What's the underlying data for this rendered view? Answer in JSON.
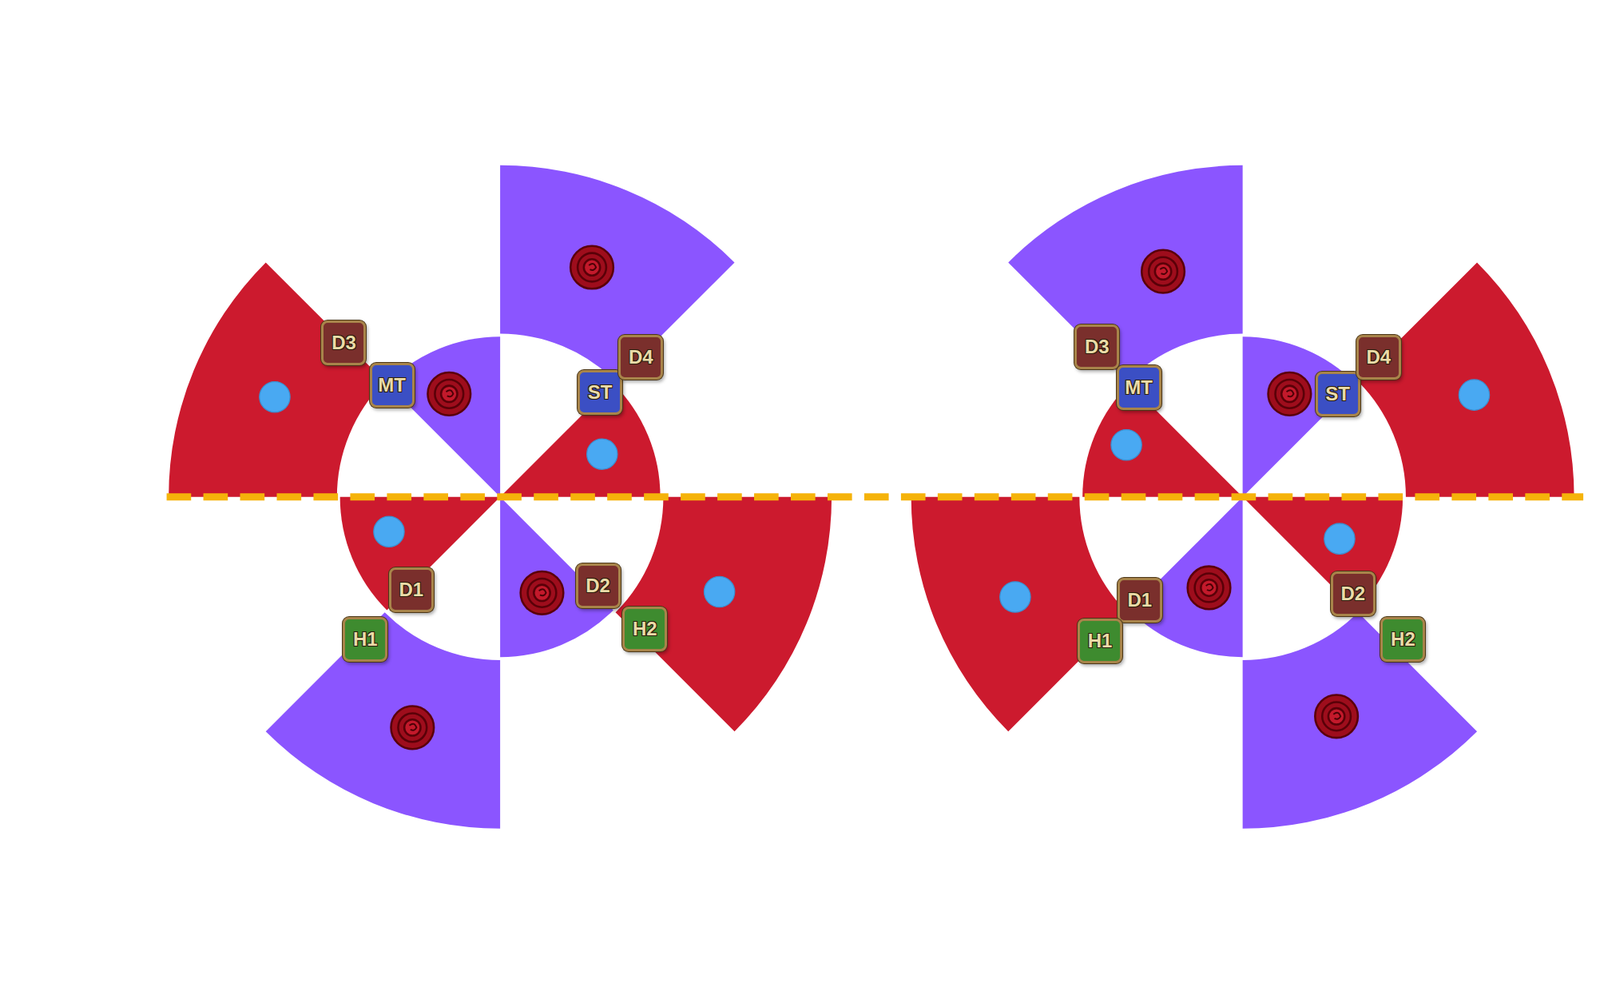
{
  "diagram": {
    "nodes": [
      {
        "text": [
          "D3"
        ]
      },
      {
        "text": [
          "MT"
        ]
      },
      {
        "text": [
          "ST"
        ]
      },
      {
        "text": [
          "D4"
        ]
      },
      {
        "text": [
          "D1"
        ]
      },
      {
        "text": [
          "H1"
        ]
      },
      {
        "text": [
          "D2"
        ]
      },
      {
        "text": [
          "H2"
        ]
      },
      {
        "text": [
          "D3"
        ]
      },
      {
        "text": [
          "MT"
        ]
      },
      {
        "text": [
          "ST"
        ]
      },
      {
        "text": [
          "D4"
        ]
      },
      {
        "text": [
          "D1"
        ]
      },
      {
        "text": [
          "H1"
        ]
      },
      {
        "text": [
          "D2"
        ]
      },
      {
        "text": [
          "H2"
        ]
      }
    ]
  }
}
